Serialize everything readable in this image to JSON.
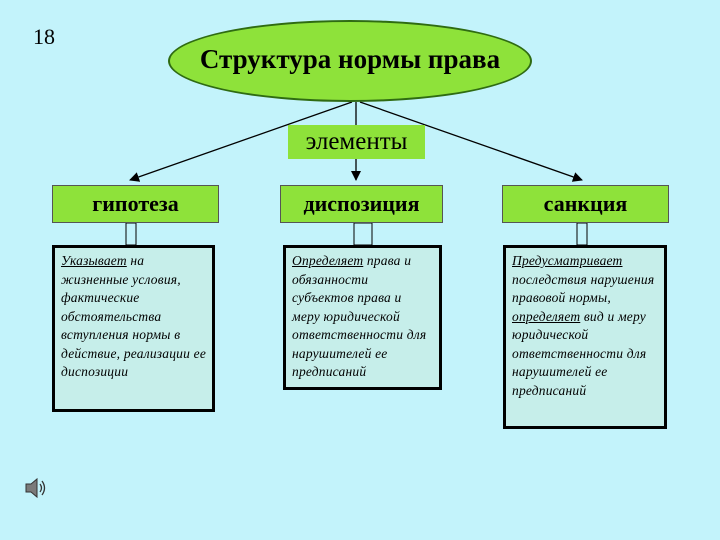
{
  "slide": {
    "number": "18",
    "title": "Структура нормы права",
    "subtitle": "элементы"
  },
  "elements": [
    {
      "name": "гипотеза",
      "description_parts": [
        {
          "text": "Указывает",
          "underline": true
        },
        {
          "text": " на жизненные условия, фактические обстоятельства вступления нормы в действие, реализации ее диспозиции",
          "underline": false
        }
      ]
    },
    {
      "name": "диспозиция",
      "description_parts": [
        {
          "text": "Определяет",
          "underline": true
        },
        {
          "text": " права и обязанности субъектов права и меру юридической ответственности для нарушителей ее предписаний",
          "underline": false
        }
      ]
    },
    {
      "name": "санкция",
      "description_parts": [
        {
          "text": "Предусматривает",
          "underline": true
        },
        {
          "text": " последствия нарушения правовой нормы, ",
          "underline": false
        },
        {
          "text": "определяет",
          "underline": true
        },
        {
          "text": " вид и меру юридической ответственности для нарушителей ее предписаний",
          "underline": false
        }
      ]
    }
  ],
  "icons": {
    "sound": "speaker-icon"
  },
  "colors": {
    "background": "#c3f3fb",
    "green": "#8ee23a",
    "description_fill": "#c6eeea"
  }
}
